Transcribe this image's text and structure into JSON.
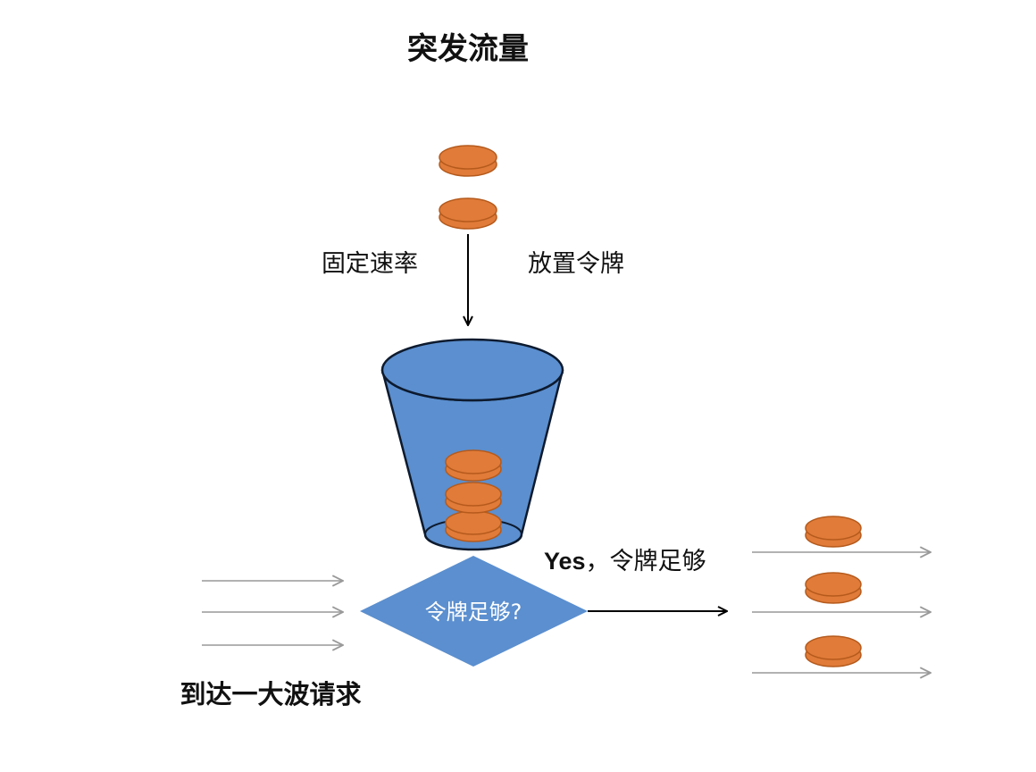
{
  "title": "突发流量",
  "labels": {
    "rate": "固定速率",
    "put_token": "放置令牌",
    "yes_prefix": "Yes",
    "yes_suffix": "，令牌足够",
    "burst_requests": "到达一大波请求"
  },
  "decision": {
    "text": "令牌足够?"
  },
  "colors": {
    "coin_fill": "#e07b39",
    "coin_stroke": "#b55a1c",
    "bucket_fill": "#5b8fcf",
    "bucket_stroke": "#0d1a2e",
    "decision_fill": "#5b8fcf",
    "incoming_arrow": "#999999",
    "flow_arrow": "#000000"
  }
}
